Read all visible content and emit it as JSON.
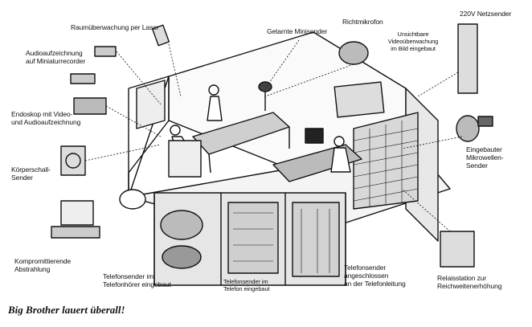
{
  "labels": {
    "laser": "Raumüberwachung per Laser",
    "audio_rec_1": "Audioaufzeichnung",
    "audio_rec_2": "auf Miniaturrecorder",
    "endoscope_1": "Endoskop mit Video-",
    "endoscope_2": "und Audioaufzeichnung",
    "body_sound_1": "Körperschall-",
    "body_sound_2": "Sender",
    "emission_1": "Kompromittierende",
    "emission_2": "Abstrahlung",
    "phone_handset_1": "Telefonsender im",
    "phone_handset_2": "Telefonhörer eingebaut",
    "phone_device_1": "Telefonsender im",
    "phone_device_2": "Telefon eingebaut",
    "phone_line_1": "Telefonsender",
    "phone_line_2": "angeschlossen",
    "phone_line_3": "an der Telefonleitung",
    "relay_1": "Relaisstation zur",
    "relay_2": "Reichweitenerhöhung",
    "microwave_1": "Eingebauter",
    "microwave_2": "Mikrowellen-",
    "microwave_3": "Sender",
    "mains_sender": "220V Netzsender",
    "directional_mic": "Richtmikrofon",
    "hidden_video_1": "Unsichtbare",
    "hidden_video_2": "Videoüberwachung",
    "hidden_video_3": "im Bild eingebaut",
    "mini_sender": "Getarnte Minisender"
  },
  "caption": "Big Brother lauert überall!"
}
